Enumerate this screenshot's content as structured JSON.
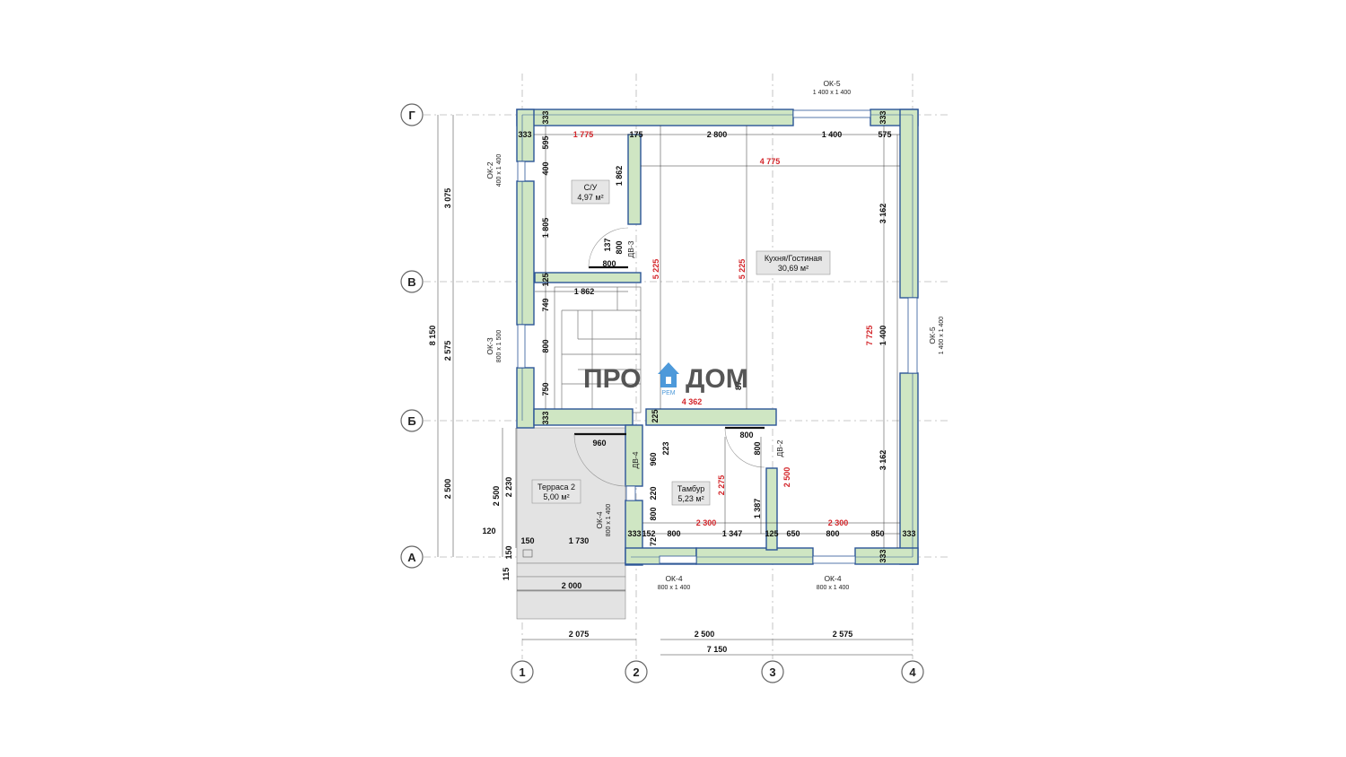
{
  "axes": {
    "rows": [
      "Г",
      "В",
      "Б",
      "А"
    ],
    "cols": [
      "1",
      "2",
      "3",
      "4"
    ]
  },
  "logo": {
    "left": "ПРО",
    "right": "ДОМ",
    "sub": "РЕМ"
  },
  "rooms": [
    {
      "name": "С/У",
      "area": "4,97 м²"
    },
    {
      "name": "Кухня/Гостиная",
      "area": "30,69 м²"
    },
    {
      "name": "Тамбур",
      "area": "5,23 м²"
    },
    {
      "name": "Терраса 2",
      "area": "5,00 м²"
    }
  ],
  "windows": {
    "ok5_top": {
      "name": "ОК-5",
      "size": "1 400 х 1 400"
    },
    "ok5_right": {
      "name": "ОК-5",
      "size": "1 400 х 1 400"
    },
    "ok2": {
      "name": "ОК-2",
      "size": "400 х 1 400"
    },
    "ok3": {
      "name": "ОК-3",
      "size": "800 х 1 500"
    },
    "ok4_terrace": {
      "name": "ОК-4",
      "size": "800 х 1 400"
    },
    "ok4_bottom_a": {
      "name": "ОК-4",
      "size": "800 х 1 400"
    },
    "ok4_bottom_b": {
      "name": "ОК-4",
      "size": "800 х 1 400"
    }
  },
  "doors": {
    "dv2": "ДВ-2",
    "dv3": "ДВ-3",
    "dv4": "ДВ-4"
  },
  "dims_black": {
    "top_333": "333",
    "top_175": "175",
    "top_2800": "2 800",
    "top_1400": "1 400",
    "top_575": "575",
    "v_333_top": "333",
    "v_595": "595",
    "v_400": "400",
    "v_1805": "1 805",
    "v_125": "125",
    "v_749": "749",
    "v_800": "800",
    "v_750": "750",
    "v_333_mid": "333",
    "su_1862": "1 862",
    "su_137": "137",
    "su_800v": "800",
    "su_800h": "800",
    "stair_1862": "1 862",
    "r_333_top": "333",
    "r_3162_top": "3 162",
    "r_1400": "1 400",
    "r_3162_bot": "3 162",
    "r_333_bot": "333",
    "left_3075": "3 075",
    "left_8150": "8 150",
    "left_2575": "2 575",
    "left_2500": "2 500",
    "ter_2500": "2 500",
    "ter_2230": "2 230",
    "ter_120": "120",
    "ter_150a": "150",
    "ter_150b": "150",
    "ter_115": "115",
    "ter_1730": "1 730",
    "ter_2000": "2 000",
    "ter_960": "960",
    "t_225": "225",
    "t_223": "223",
    "t_960": "960",
    "t_220": "220",
    "t_800v": "800",
    "t_72": "72",
    "t_800h": "800",
    "t_800v2": "800",
    "t_87": "87",
    "t_1387": "1 387",
    "b_333": "333",
    "b_152": "152",
    "b_800": "800",
    "b_1347": "1 347",
    "b_125": "125",
    "b_650": "650",
    "b_800b": "800",
    "b_850": "850",
    "b_333r": "333",
    "bot_2075": "2 075",
    "bot_2500": "2 500",
    "bot_2575": "2 575",
    "bot_7150": "7 150"
  },
  "dims_red": {
    "r_1775": "1 775",
    "r_4775": "4 775",
    "r_5225a": "5 225",
    "r_5225b": "5 225",
    "r_7725": "7 725",
    "r_4362": "4 362",
    "r_2275": "2 275",
    "r_2500": "2 500",
    "r_2300a": "2 300",
    "r_2300b": "2 300"
  },
  "colors": {
    "wall_fill": "#cfe6c3",
    "wall_outer": "#2c5597",
    "dim_red": "#d3252a",
    "logo_blue": "#3a8fd6"
  }
}
